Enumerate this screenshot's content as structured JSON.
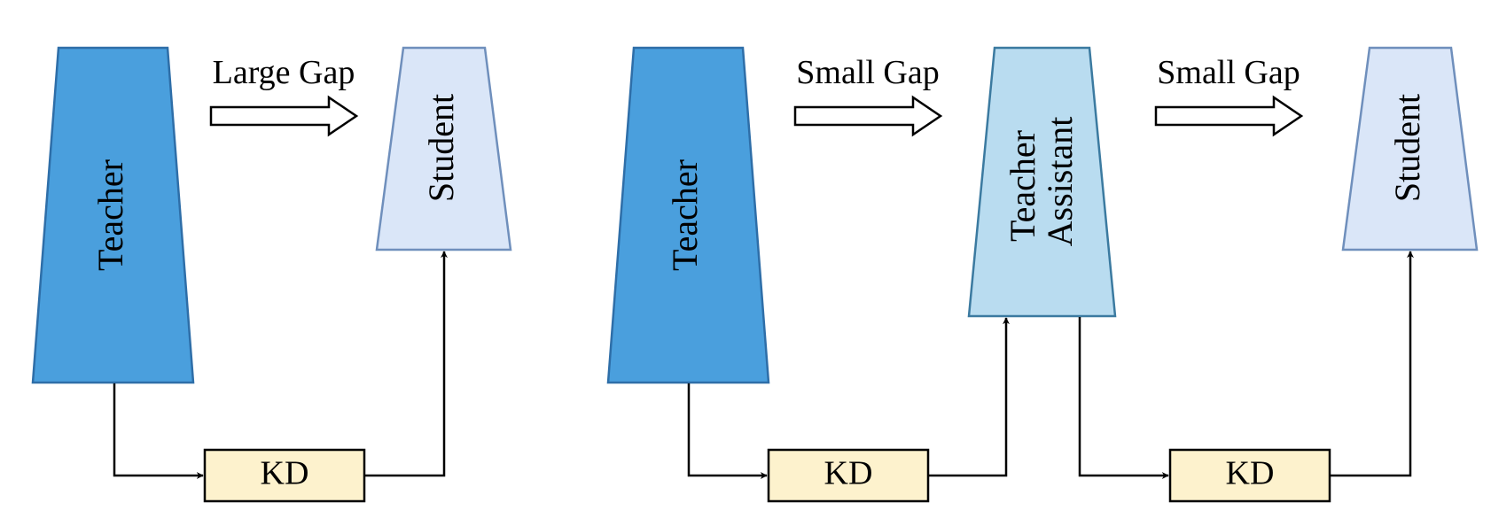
{
  "colors": {
    "teacher_fill": "#4a9fdd",
    "teacher_stroke": "#2e6ea8",
    "assistant_fill": "#b9dcf0",
    "assistant_stroke": "#3b7aa0",
    "student_fill": "#dae6f8",
    "student_stroke": "#6f8fbc",
    "kd_fill": "#fdf2cd",
    "kd_stroke": "#000000"
  },
  "left_panel": {
    "teacher_label": "Teacher",
    "student_label": "Student",
    "gap_label": "Large Gap",
    "kd_label": "KD"
  },
  "right_panel": {
    "teacher_label": "Teacher",
    "assistant_label_line1": "Teacher",
    "assistant_label_line2": "Assistant",
    "student_label": "Student",
    "gap1_label": "Small Gap",
    "gap2_label": "Small Gap",
    "kd1_label": "KD",
    "kd2_label": "KD"
  }
}
